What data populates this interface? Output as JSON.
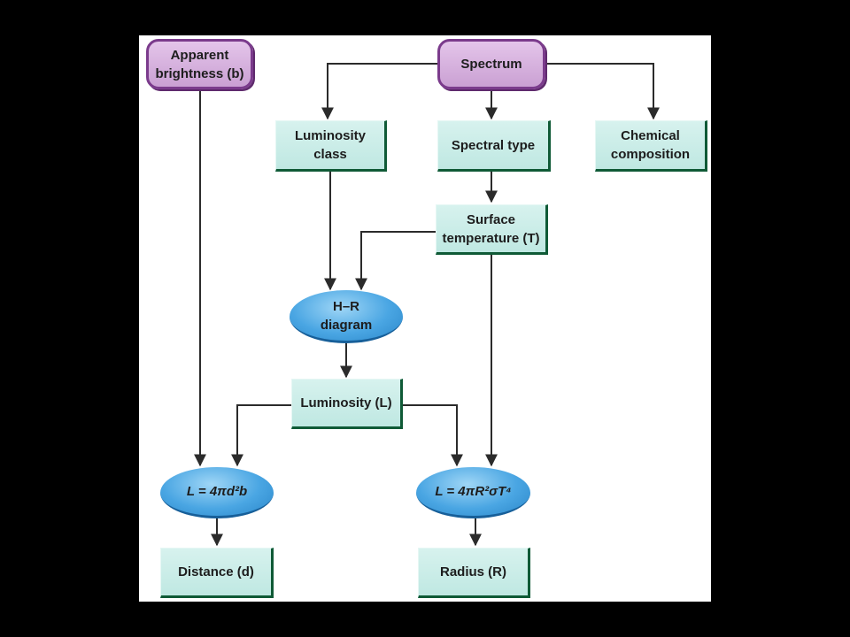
{
  "nodes": {
    "apparent_brightness": {
      "line1": "Apparent",
      "line2": "brightness (b)"
    },
    "spectrum": {
      "label": "Spectrum"
    },
    "luminosity_class": {
      "line1": "Luminosity",
      "line2": "class"
    },
    "spectral_type": {
      "label": "Spectral type"
    },
    "chemical_composition": {
      "line1": "Chemical",
      "line2": "composition"
    },
    "surface_temperature": {
      "line1": "Surface",
      "line2": "temperature (T)"
    },
    "hr_diagram": {
      "line1": "H–R",
      "line2": "diagram"
    },
    "luminosity": {
      "label": "Luminosity (L)"
    },
    "distance_equation": {
      "label": "L = 4πd²b"
    },
    "radius_equation": {
      "label": "L = 4πR²σT⁴"
    },
    "distance": {
      "label": "Distance (d)"
    },
    "radius": {
      "label": "Radius (R)"
    }
  },
  "colors": {
    "box_fill": "#c8ece6",
    "box_border": "#0f5a36",
    "purple_fill": "#d6b0de",
    "purple_border": "#7b3b8c",
    "oval_fill": "#4aa6e3",
    "arrow": "#2b2b2b",
    "background": "#000000",
    "canvas": "#ffffff"
  }
}
